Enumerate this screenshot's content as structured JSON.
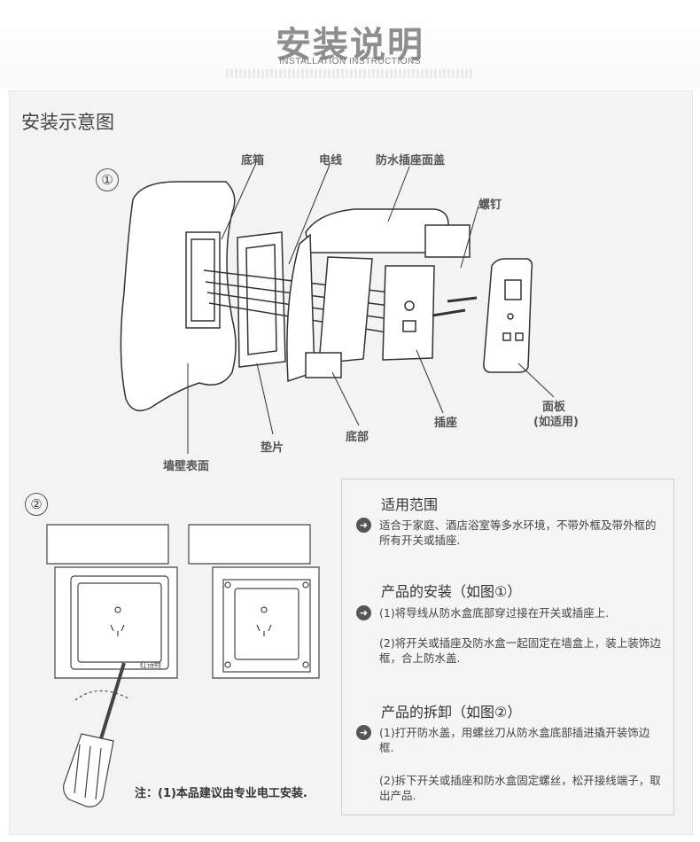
{
  "header": {
    "title": "安装说明",
    "subtitle": "INSTALLATION INSTRUCTIONS"
  },
  "section_title": "安装示意图",
  "diagram1": {
    "number": "①",
    "labels": {
      "box": "底箱",
      "wire": "电线",
      "cover": "防水插座面盖",
      "screw": "螺钉",
      "panel": "面板",
      "panel_note": "(如适用)",
      "socket": "插座",
      "base": "底部",
      "gasket": "垫片",
      "wall": "墙壁表面"
    }
  },
  "diagram2": {
    "number": "②",
    "brand": "红诗特"
  },
  "note": "注：(1)本品建议由专业电工安装.",
  "info": {
    "scope_title": "适用范围",
    "scope_text": "适合于家庭、酒店浴室等多水环境，不带外框及带外框的所有开关或插座.",
    "install_title": "产品的安装（如图①）",
    "install_1": "(1)将导线从防水盒底部穿过接在开关或插座上.",
    "install_2": "(2)将开关或插座及防水盒一起固定在墙盒上，装上装饰边框，合上防水盖.",
    "remove_title": "产品的拆卸（如图②）",
    "remove_1": "(1)打开防水盖，用螺丝刀从防水盒底部插进撬开装饰边框.",
    "remove_2": "(2)拆下开关或插座和防水盒固定螺丝，松开接线端子，取出产品."
  },
  "colors": {
    "panel_bg": "#f3f3f3",
    "title_gray": "#8e8e8e",
    "line": "#333333"
  }
}
